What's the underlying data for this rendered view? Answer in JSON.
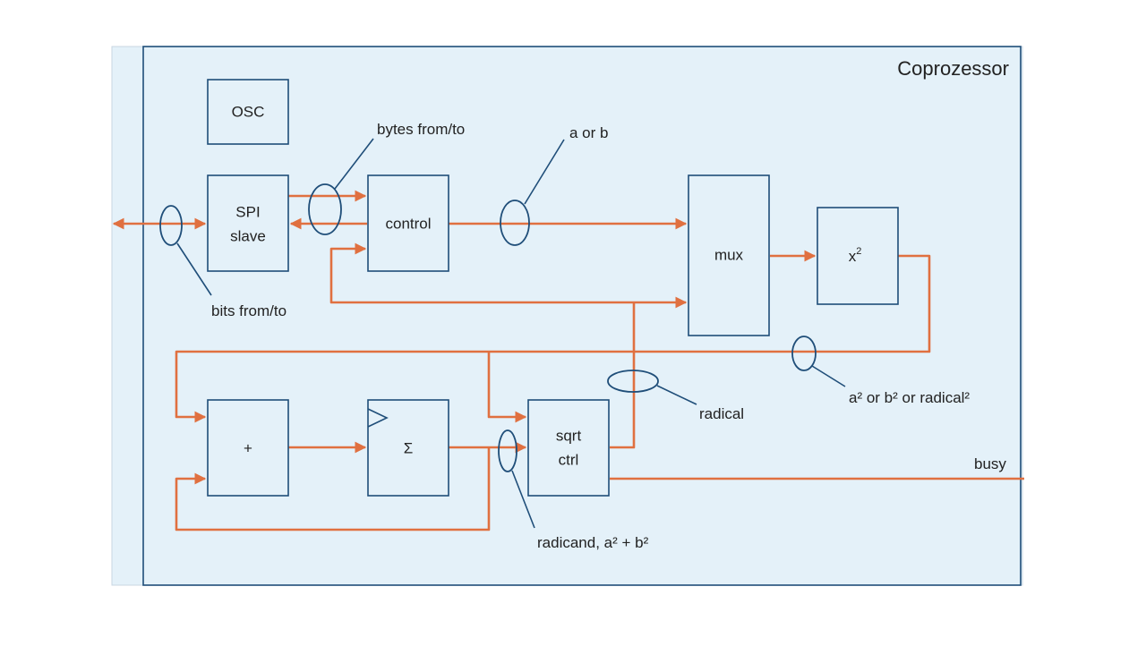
{
  "diagram": {
    "title": "Coprozessor",
    "blocks": {
      "osc": "OSC",
      "spi_line1": "SPI",
      "spi_line2": "slave",
      "control": "control",
      "mux": "mux",
      "square_base": "x",
      "square_exp": "2",
      "adder": "+",
      "accumulator": "Σ",
      "sqrt_line1": "sqrt",
      "sqrt_line2": "ctrl"
    },
    "labels": {
      "bytes": "bytes from/to",
      "bits": "bits from/to",
      "a_or_b": "a or b",
      "squares": "a² or b² or radical²",
      "radical": "radical",
      "busy": "busy",
      "radicand": "radicand, a² + b²"
    },
    "colors": {
      "background": "#e4f1f9",
      "border": "#1f4e79",
      "wire": "#e07040"
    }
  }
}
